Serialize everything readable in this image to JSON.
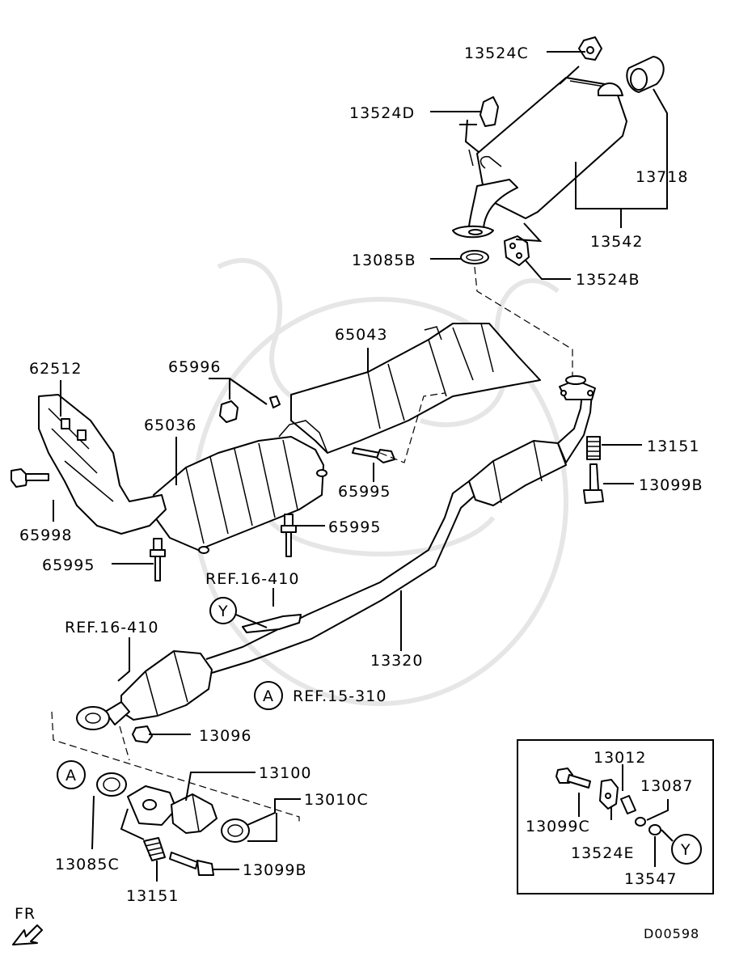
{
  "diagram_code": "D00598",
  "front_marker": "FR",
  "parts": {
    "p13524C": "13524C",
    "p13524D": "13524D",
    "p13718": "13718",
    "p13542": "13542",
    "p13085B": "13085B",
    "p13524B": "13524B",
    "p65043": "65043",
    "p62512": "62512",
    "p65996": "65996",
    "p65036": "65036",
    "p13151_upper": "13151",
    "p13099B_upper": "13099B",
    "p65995_right": "65995",
    "p65995_mid": "65995",
    "p65998": "65998",
    "p65995_left": "65995",
    "ref_16410_upper": "REF.16-410",
    "ref_16410_lower": "REF.16-410",
    "p13320": "13320",
    "ref_15310": "REF.15-310",
    "p13096": "13096",
    "p13100": "13100",
    "p13010C": "13010C",
    "p13085C": "13085C",
    "p13099B_lower": "13099B",
    "p13151_lower": "13151",
    "inset_13012": "13012",
    "inset_13087": "13087",
    "inset_13099C": "13099C",
    "inset_13524E": "13524E",
    "inset_13547": "13547"
  },
  "callouts": {
    "A_upper": "A",
    "A_lower": "A",
    "Y_upper": "Y",
    "Y_inset": "Y"
  }
}
